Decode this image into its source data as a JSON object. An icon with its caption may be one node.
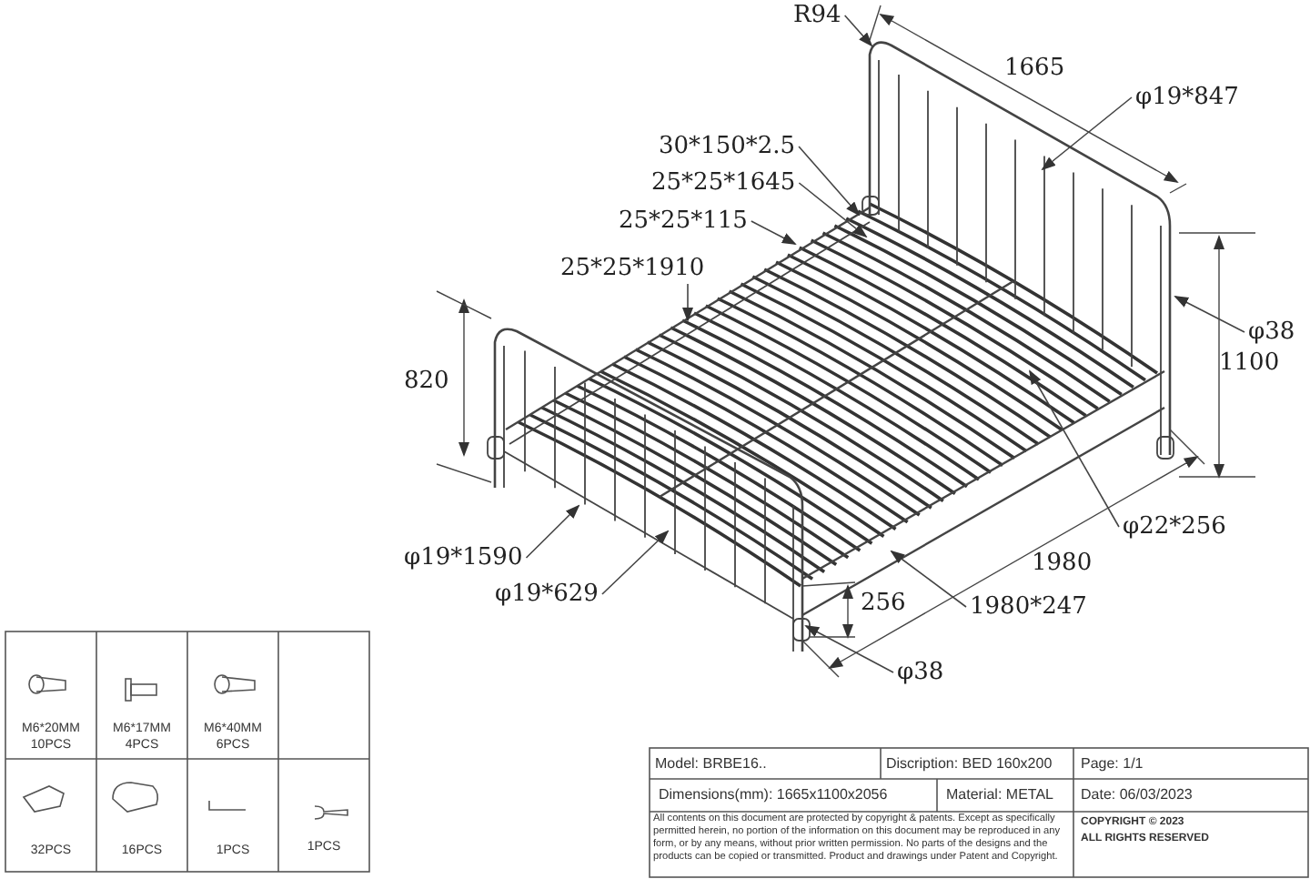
{
  "diagram": {
    "nodes": [
      {
        "text": [
          "R94"
        ]
      },
      {
        "text": [
          "30*150*2.5"
        ]
      },
      {
        "text": [
          "25*25*1645"
        ]
      },
      {
        "text": [
          "25*25*115"
        ]
      },
      {
        "text": [
          "25*25*1910"
        ]
      },
      {
        "text": [
          "φ19*847"
        ]
      },
      {
        "text": [
          "φ38"
        ]
      },
      {
        "text": [
          "φ22*256"
        ]
      },
      {
        "text": [
          "1980*247"
        ]
      },
      {
        "text": [
          "φ19*1590"
        ]
      },
      {
        "text": [
          "φ19*629"
        ]
      },
      {
        "text": [
          "φ38"
        ]
      }
    ],
    "edges": [
      {
        "from": 0,
        "to": null,
        "arrow": "to"
      },
      {
        "from": 1,
        "to": null,
        "arrow": "to"
      },
      {
        "from": 2,
        "to": null,
        "arrow": "to"
      },
      {
        "from": 3,
        "to": null,
        "arrow": "to"
      },
      {
        "from": 4,
        "to": null,
        "arrow": "to"
      },
      {
        "from": 5,
        "to": null,
        "arrow": "to"
      },
      {
        "from": 6,
        "to": null,
        "arrow": "to"
      },
      {
        "from": 7,
        "to": null,
        "arrow": "to"
      },
      {
        "from": 8,
        "to": null,
        "arrow": "to"
      },
      {
        "from": 9,
        "to": null,
        "arrow": "to"
      },
      {
        "from": 10,
        "to": null,
        "arrow": "to"
      },
      {
        "from": 11,
        "to": null,
        "arrow": "to"
      }
    ],
    "labels": [
      "1665",
      "820",
      "1100",
      "1980",
      "256",
      "M6*20MM",
      "10PCS",
      "M6*17MM",
      "4PCS",
      "M6*40MM",
      "6PCS",
      "32PCS",
      "16PCS",
      "1PCS",
      "1PCS",
      "Model: BRBE16..",
      "Discription: BED 160x200",
      "Page: 1/1",
      "Dimensions(mm): 1665x1100x2056",
      "Material: METAL",
      "Date: 06/03/2023",
      "All contents on this document are protected by copyright & patents. Except as specifically permitted herein, no portion of the information on this document may be reproduced in any form, or by any means, without prior written permission. No parts of the designs and the products can be copied or transmitted. Product and drawings under Patent and Copyright.",
      "COPYRIGHT © 2023",
      "ALL RIGHTS RESERVED"
    ]
  }
}
